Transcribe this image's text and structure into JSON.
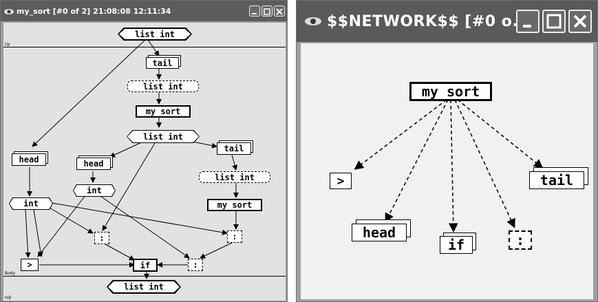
{
  "left_window": {
    "title": "my_sort [#0 of 2]  21:08:08 12:11:34",
    "buttons": [
      "minimize",
      "maximize",
      "close"
    ],
    "region_labels": {
      "input": "i/p",
      "body": "Body",
      "output": "o/p"
    },
    "nodes": {
      "list_int_top": "list int",
      "tail_1": "tail",
      "list_int_dashed_1": "list int",
      "my_sort_1": "my sort",
      "list_int_mid": "list int",
      "head_left": "head",
      "head_mid": "head",
      "tail_2": "tail",
      "int_mid": "int",
      "list_int_dashed_2": "list int",
      "int_left": "int",
      "my_sort_2": "my sort",
      "cons_1": ":",
      "cons_2": ":",
      "gt": ">",
      "if": "if",
      "cons_3": ":",
      "list_int_bottom": "list int"
    }
  },
  "right_window": {
    "title": "$$NETWORK$$ [#0 o...",
    "buttons": [
      "minimize",
      "maximize",
      "close"
    ],
    "nodes": {
      "my_sort": "my sort",
      "gt": ">",
      "tail": "tail",
      "head": "head",
      "if": "if",
      "cons": ":"
    }
  }
}
